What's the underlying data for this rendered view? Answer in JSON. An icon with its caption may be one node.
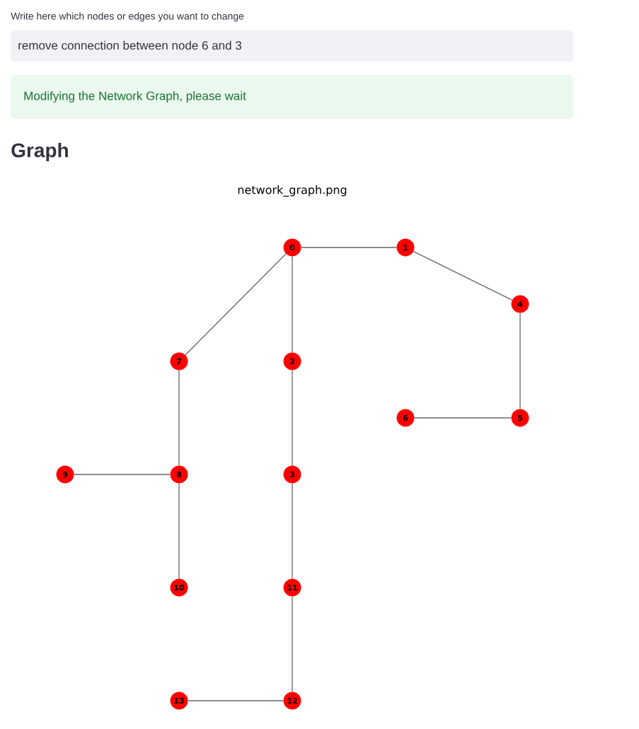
{
  "diagram": {
    "title": "Graph",
    "nodes": [
      {
        "text": [
          "remove connection between node 6 and 3"
        ]
      },
      {
        "text": [
          "Modifying the Network Graph, please wait"
        ]
      },
      {
        "text": [
          "0"
        ]
      },
      {
        "text": [
          "1"
        ]
      },
      {
        "text": [
          "4"
        ]
      },
      {
        "text": [
          "7"
        ]
      },
      {
        "text": [
          "2"
        ]
      },
      {
        "text": [
          "6"
        ]
      },
      {
        "text": [
          "5"
        ]
      },
      {
        "text": [
          "9"
        ]
      },
      {
        "text": [
          "8"
        ]
      },
      {
        "text": [
          "3"
        ]
      },
      {
        "text": [
          "10"
        ]
      },
      {
        "text": [
          "11"
        ]
      },
      {
        "text": [
          "13"
        ]
      },
      {
        "text": [
          "12"
        ]
      }
    ],
    "edges": [
      {
        "from": 2,
        "to": 3,
        "arrow": "none"
      },
      {
        "from": 3,
        "to": 4,
        "arrow": "none"
      },
      {
        "from": 2,
        "to": 5,
        "arrow": "none"
      },
      {
        "from": 2,
        "to": 6,
        "arrow": "none"
      },
      {
        "from": 4,
        "to": 8,
        "arrow": "none"
      },
      {
        "from": 7,
        "to": 8,
        "arrow": "none"
      },
      {
        "from": 5,
        "to": 10,
        "arrow": "none"
      },
      {
        "from": 6,
        "to": 11,
        "arrow": "none"
      },
      {
        "from": 9,
        "to": 10,
        "arrow": "none"
      },
      {
        "from": 10,
        "to": 12,
        "arrow": "none"
      },
      {
        "from": 11,
        "to": 13,
        "arrow": "none"
      },
      {
        "from": 13,
        "to": 15,
        "arrow": "none"
      },
      {
        "from": 14,
        "to": 15,
        "arrow": "none"
      }
    ],
    "labels": [
      "Write here which nodes or edges you want to change",
      "network_graph.png"
    ]
  }
}
